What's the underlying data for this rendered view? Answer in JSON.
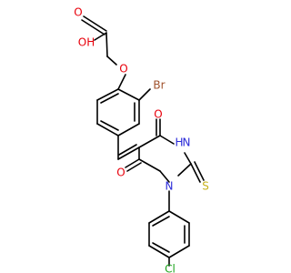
{
  "atoms": {
    "carboxyl_oxygen_double": "O",
    "carboxyl_hydroxyl": "OH",
    "ether_oxygen": "O",
    "bromine": "Br",
    "ring_oxygen_top": "O",
    "ring_nitrogen_h": "H",
    "ring_nitrogen_h_n": "N",
    "thio_sulfur": "S",
    "ring_oxygen_bottom": "O",
    "ring_nitrogen": "N",
    "chlorine": "Cl"
  },
  "colors": {
    "oxygen": "#e8000b",
    "nitrogen": "#2a2ad8",
    "bromine": "#a0522d",
    "chlorine": "#1fa51f",
    "sulfur": "#c7b21b",
    "bond": "#000000"
  }
}
